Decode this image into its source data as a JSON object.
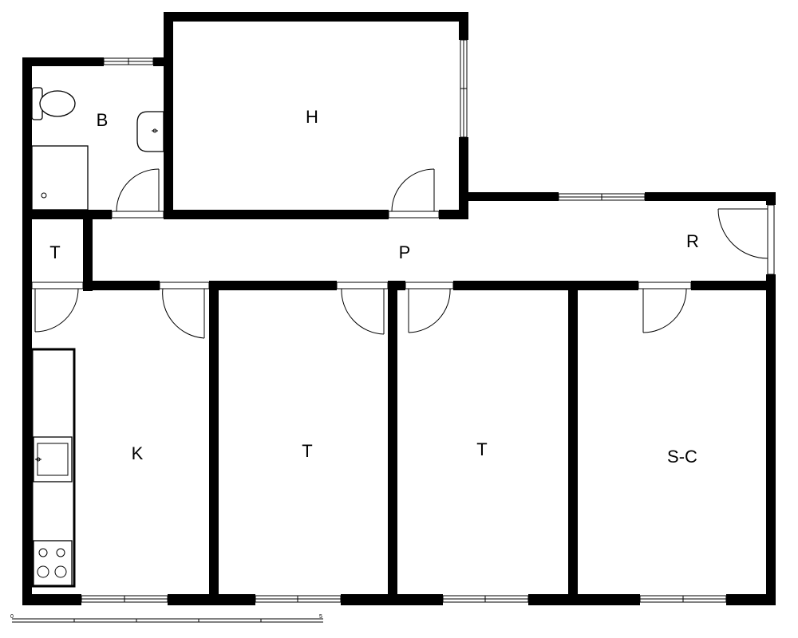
{
  "floor_plan": {
    "rooms": [
      {
        "id": "bathroom",
        "label": "B"
      },
      {
        "id": "bedroom-top",
        "label": "H"
      },
      {
        "id": "closet",
        "label": "T"
      },
      {
        "id": "hallway",
        "label": "P"
      },
      {
        "id": "entrance",
        "label": "R"
      },
      {
        "id": "kitchen",
        "label": "K"
      },
      {
        "id": "room-left",
        "label": "T"
      },
      {
        "id": "room-right",
        "label": "T"
      },
      {
        "id": "living-dining",
        "label": "S-C"
      }
    ],
    "scale_bar": {
      "start_label": "0",
      "end_label": "5"
    },
    "colors": {
      "wall": "#000000",
      "background": "#ffffff"
    }
  }
}
